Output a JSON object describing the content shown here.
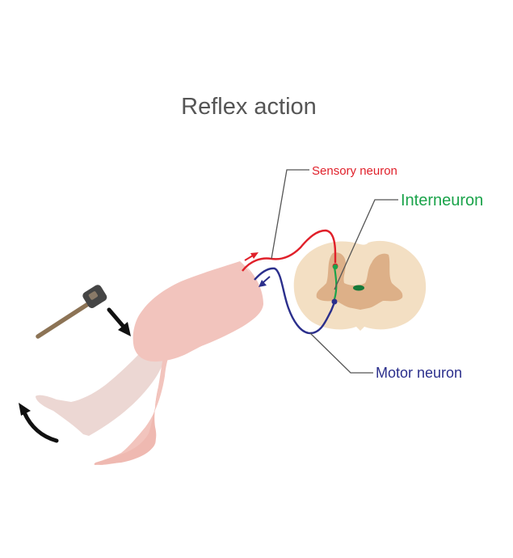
{
  "title": "Reflex action",
  "labels": {
    "sensory": "Sensory  neuron",
    "interneuron": "Interneuron",
    "motor": "Motor  neuron"
  },
  "colors": {
    "sensory": "#e0202a",
    "interneuron": "#1aa34a",
    "motor": "#2b2f8c",
    "leg": "#f2c4bd",
    "leg_ghost": "#ecd7d3",
    "spinal_white": "#f3dfc3",
    "spinal_grey": "#ddb088",
    "leader": "#555555"
  }
}
